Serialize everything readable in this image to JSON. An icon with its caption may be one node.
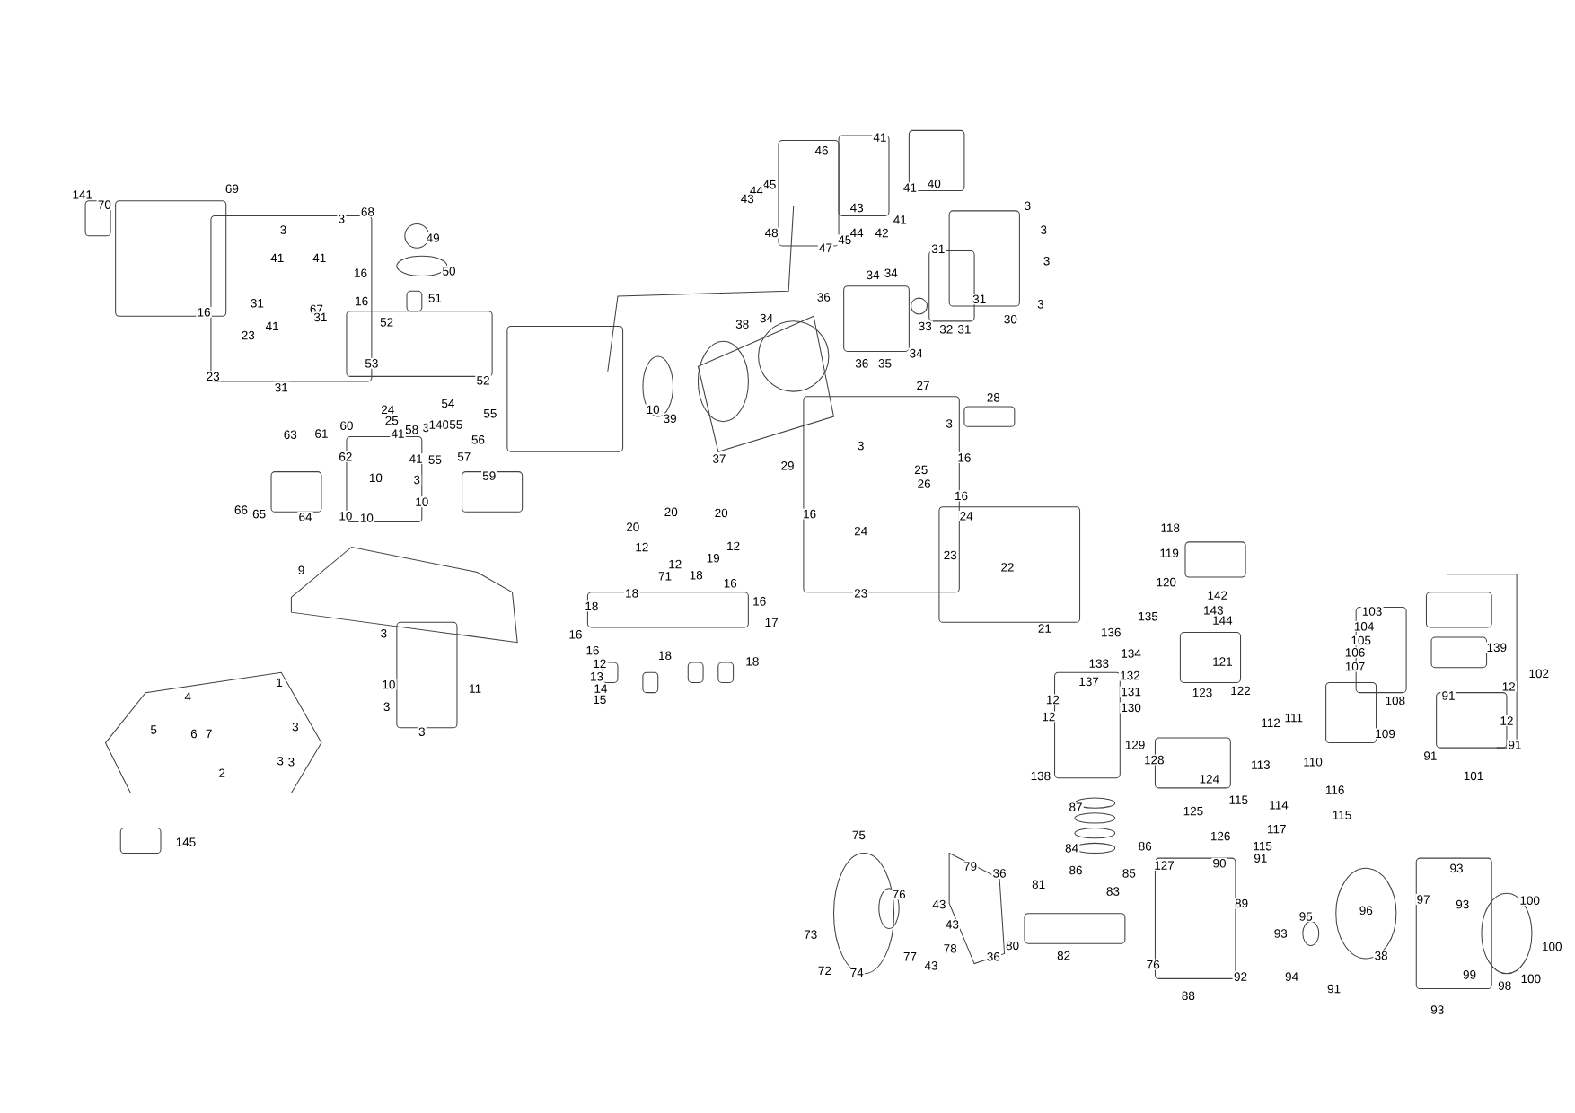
{
  "diagram": {
    "labels": [
      "41",
      "40",
      "46",
      "45",
      "44",
      "43",
      "43",
      "41",
      "48",
      "47",
      "45",
      "44",
      "42",
      "41",
      "141",
      "70",
      "69",
      "3",
      "3",
      "68",
      "49",
      "50",
      "41",
      "41",
      "16",
      "31",
      "67",
      "16",
      "31",
      "51",
      "16",
      "52",
      "41",
      "23",
      "23",
      "31",
      "53",
      "52",
      "54",
      "3",
      "3",
      "3",
      "3",
      "31",
      "31",
      "30",
      "36",
      "34",
      "34",
      "38",
      "34",
      "33",
      "32",
      "31",
      "34",
      "36",
      "35",
      "10",
      "39",
      "37",
      "27",
      "3",
      "28",
      "29",
      "3",
      "16",
      "25",
      "26",
      "16",
      "16",
      "24",
      "24",
      "23",
      "22",
      "23",
      "21",
      "24",
      "25",
      "63",
      "61",
      "60",
      "58",
      "3",
      "140",
      "55",
      "55",
      "41",
      "56",
      "62",
      "41",
      "55",
      "57",
      "10",
      "3",
      "59",
      "66",
      "65",
      "10",
      "10",
      "10",
      "64",
      "20",
      "20",
      "20",
      "12",
      "12",
      "12",
      "19",
      "71",
      "18",
      "16",
      "18",
      "18",
      "16",
      "16",
      "17",
      "16",
      "12",
      "18",
      "13",
      "14",
      "15",
      "18",
      "9",
      "3",
      "10",
      "3",
      "11",
      "3",
      "1",
      "4",
      "5",
      "6",
      "7",
      "3",
      "3",
      "3",
      "2",
      "145",
      "118",
      "119",
      "120",
      "142",
      "143",
      "144",
      "135",
      "136",
      "134",
      "133",
      "132",
      "131",
      "130",
      "121",
      "123",
      "122",
      "137",
      "12",
      "12",
      "129",
      "128",
      "138",
      "124",
      "112",
      "111",
      "113",
      "110",
      "116",
      "115",
      "114",
      "115",
      "125",
      "117",
      "87",
      "126",
      "127",
      "90",
      "115",
      "91",
      "84",
      "86",
      "86",
      "85",
      "103",
      "104",
      "105",
      "106",
      "107",
      "139",
      "102",
      "12",
      "91",
      "12",
      "108",
      "109",
      "91",
      "91",
      "101",
      "75",
      "79",
      "36",
      "81",
      "83",
      "89",
      "93",
      "97",
      "93",
      "100",
      "73",
      "76",
      "43",
      "43",
      "78",
      "80",
      "82",
      "95",
      "96",
      "77",
      "43",
      "36",
      "93",
      "76",
      "100",
      "72",
      "74",
      "92",
      "91",
      "94",
      "38",
      "99",
      "98",
      "100",
      "88",
      "93"
    ]
  }
}
